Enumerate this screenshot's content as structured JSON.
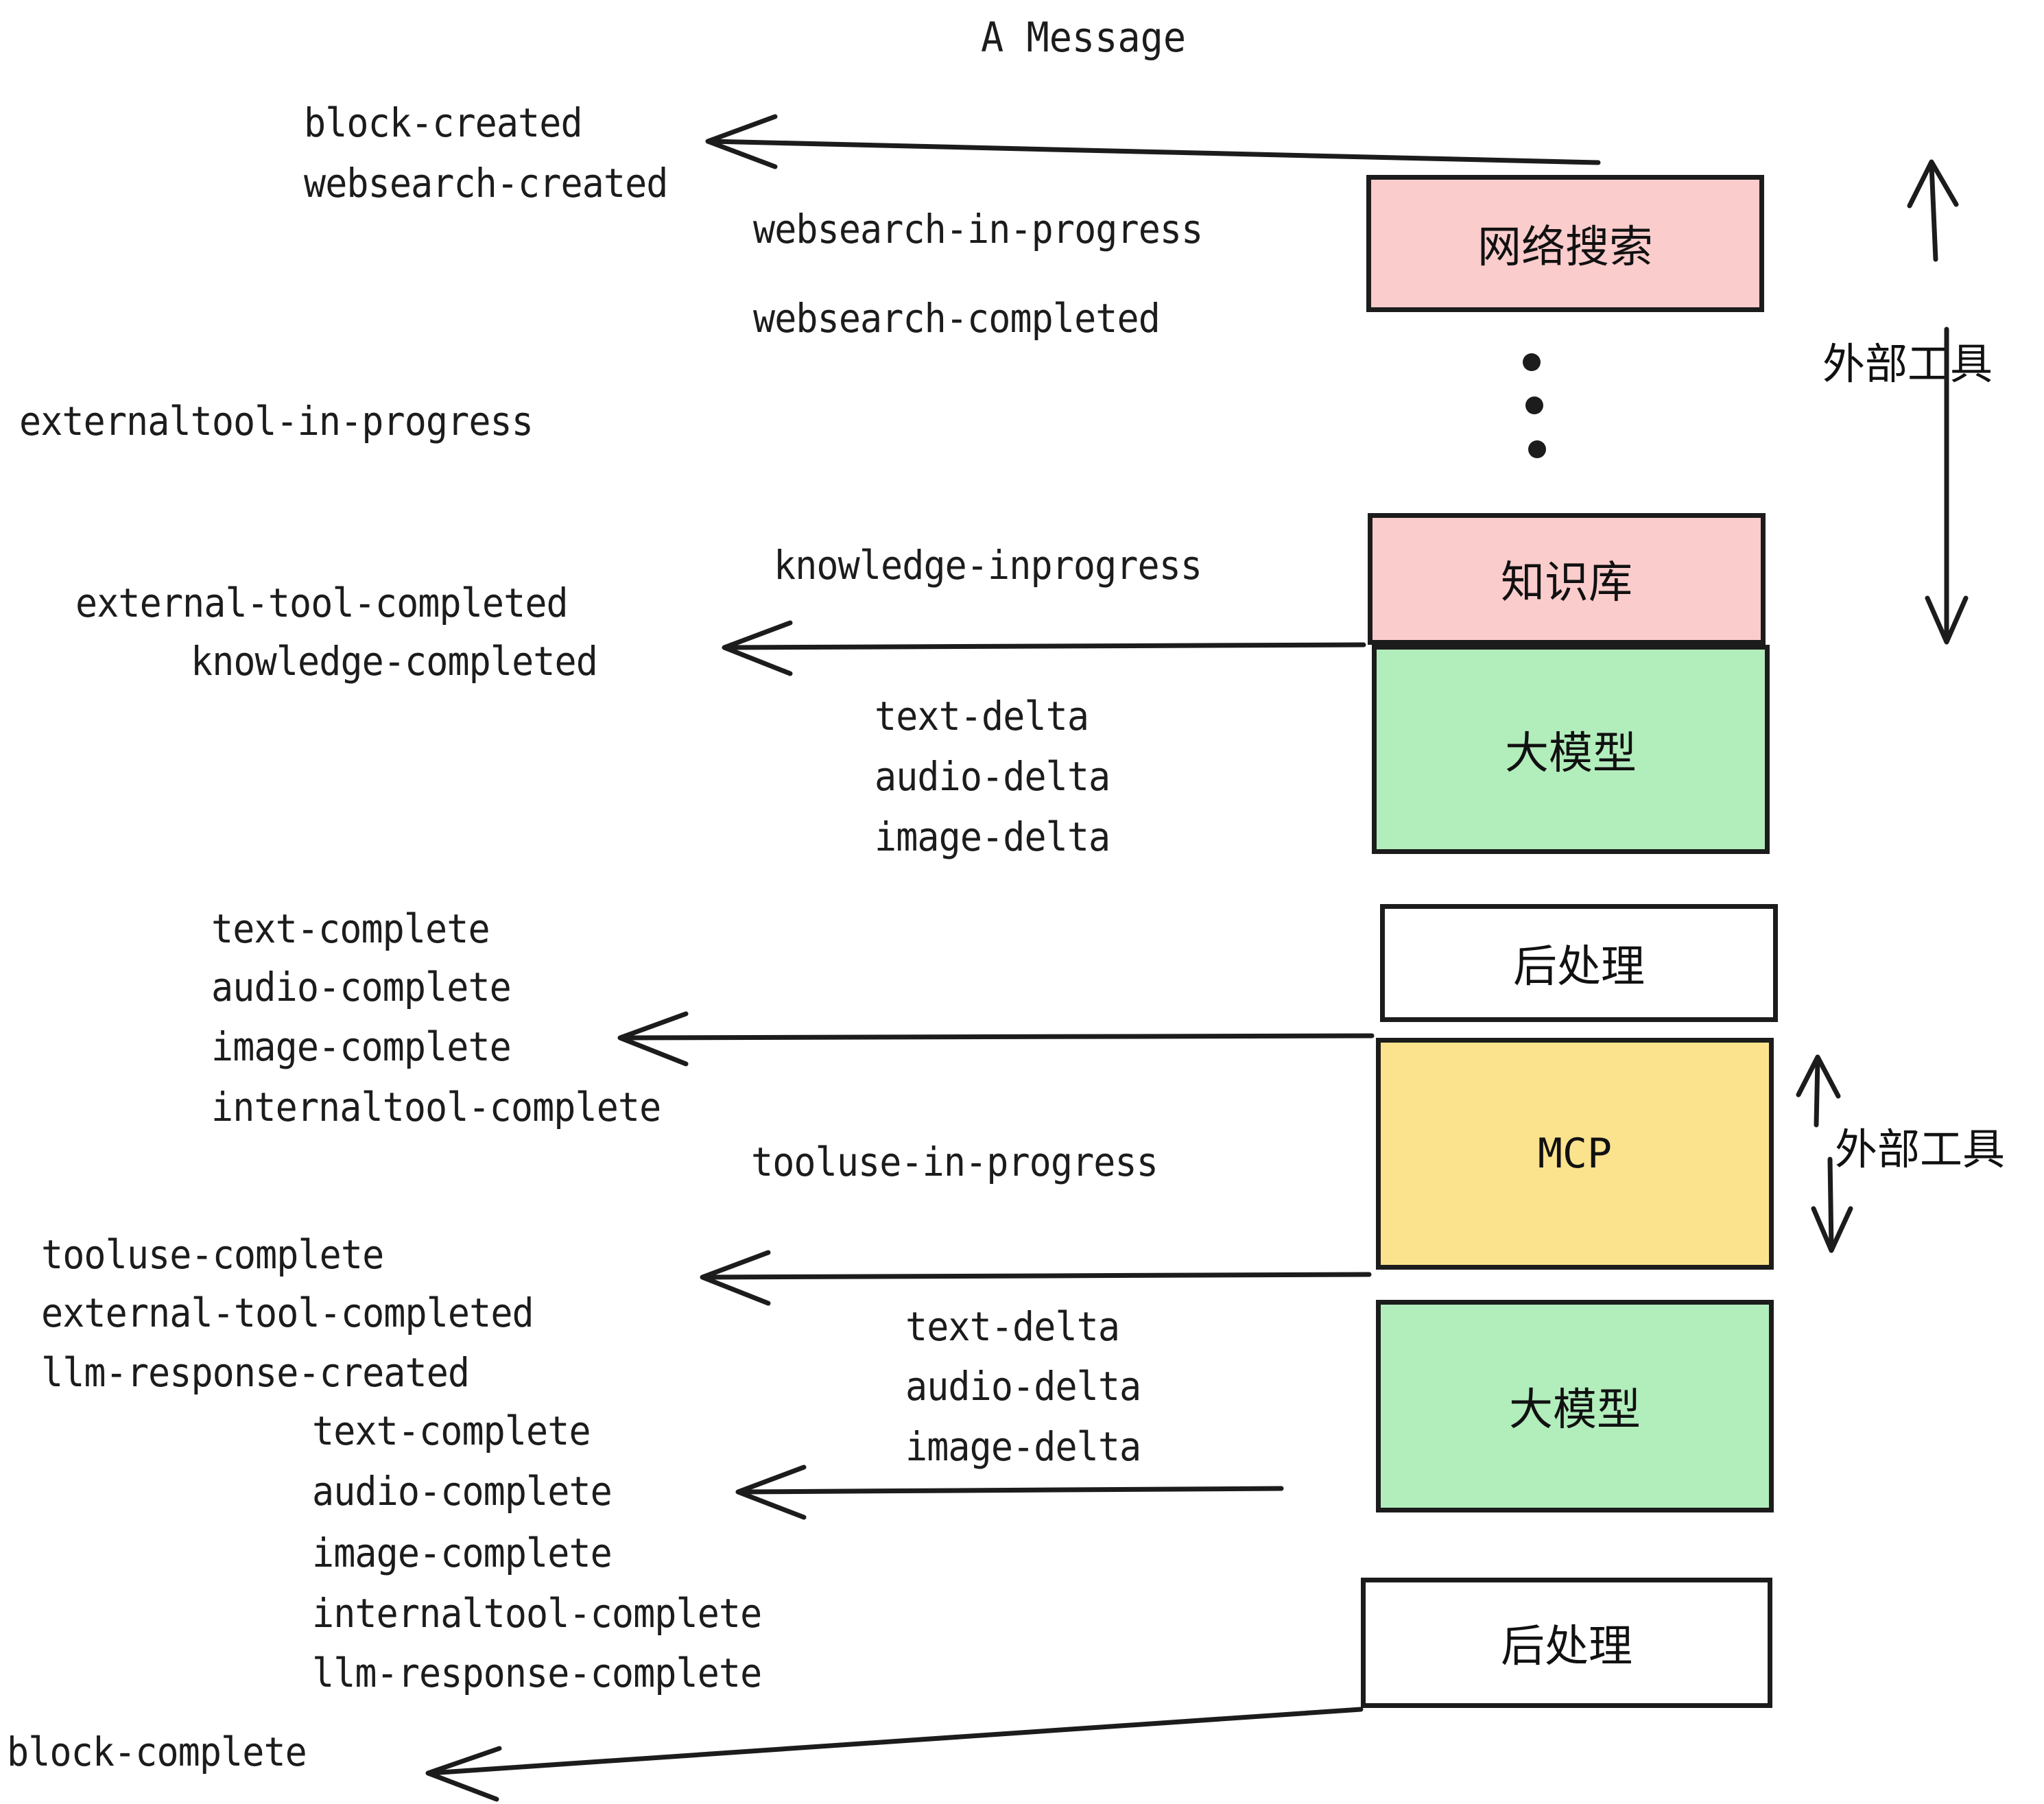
{
  "title": "A Message",
  "colors": {
    "pink": "#fbcccc",
    "green": "#b2edbc",
    "yellow": "#fbe38e",
    "white": "#ffffff",
    "stroke": "#1c1c1c"
  },
  "boxes": [
    {
      "id": "websearch",
      "label": "网络搜索",
      "fill": "#fbcccc"
    },
    {
      "id": "knowledge",
      "label": "知识库",
      "fill": "#fbcccc"
    },
    {
      "id": "llm-1",
      "label": "大模型",
      "fill": "#b2edbc"
    },
    {
      "id": "postprocess-1",
      "label": "后处理",
      "fill": "#ffffff"
    },
    {
      "id": "mcp",
      "label": "MCP",
      "fill": "#fbe38e"
    },
    {
      "id": "llm-2",
      "label": "大模型",
      "fill": "#b2edbc"
    },
    {
      "id": "postprocess-2",
      "label": "后处理",
      "fill": "#ffffff"
    }
  ],
  "side_labels": [
    {
      "id": "external-tool-top",
      "label": "外部工具"
    },
    {
      "id": "external-tool-bottom",
      "label": "外部工具"
    }
  ],
  "events": {
    "block_created": "block-created",
    "websearch_created": "websearch-created",
    "websearch_in_progress": "websearch-in-progress",
    "websearch_completed": "websearch-completed",
    "externaltool_in_progress": "externaltool-in-progress",
    "knowledge_inprogress": "knowledge-inprogress",
    "external_tool_completed_1": "external-tool-completed",
    "knowledge_completed": "knowledge-completed",
    "text_delta_1": "text-delta",
    "audio_delta_1": "audio-delta",
    "image_delta_1": "image-delta",
    "text_complete_1": "text-complete",
    "audio_complete_1": "audio-complete",
    "image_complete_1": "image-complete",
    "internaltool_complete_1": "internaltool-complete",
    "tooluse_in_progress": "tooluse-in-progress",
    "tooluse_complete": "tooluse-complete",
    "external_tool_completed_2": "external-tool-completed",
    "llm_response_created": "llm-response-created",
    "text_delta_2": "text-delta",
    "audio_delta_2": "audio-delta",
    "image_delta_2": "image-delta",
    "text_complete_2": "text-complete",
    "audio_complete_2": "audio-complete",
    "image_complete_2": "image-complete",
    "internaltool_complete_2": "internaltool-complete",
    "llm_response_complete": "llm-response-complete",
    "block_complete": "block-complete"
  }
}
